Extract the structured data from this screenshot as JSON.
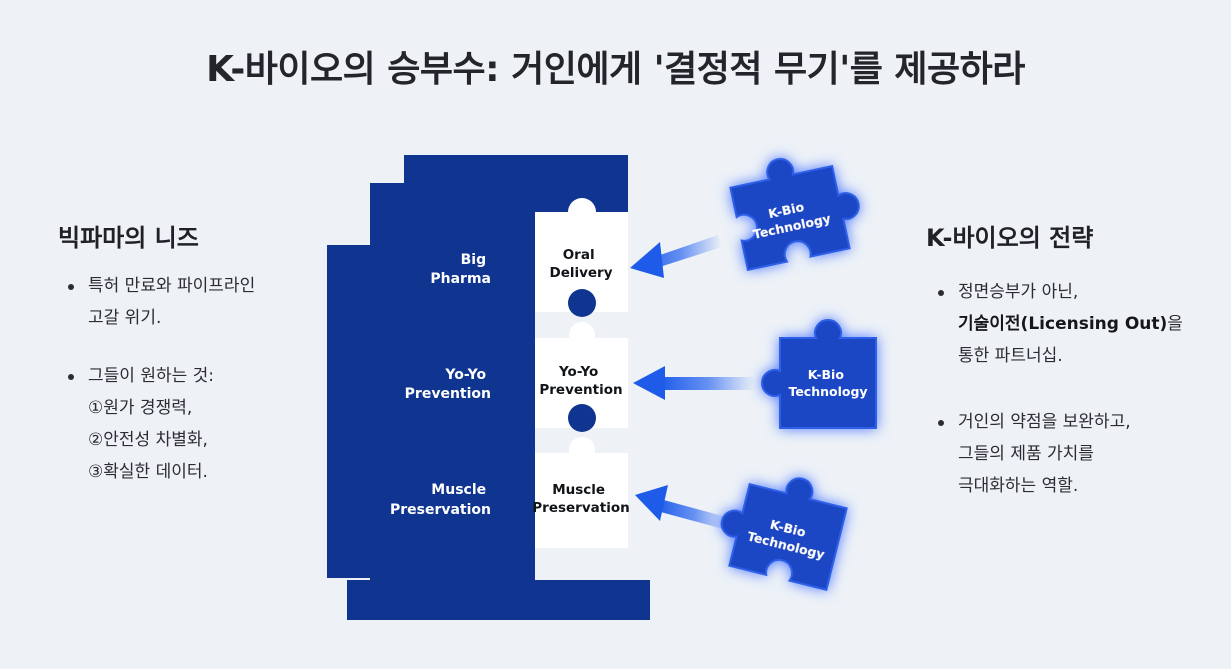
{
  "title": "K-바이오의 승부수: 거인에게 '결정적 무기'를 제공하라",
  "left": {
    "heading": "빅파마의 니즈",
    "bullets": [
      {
        "lines": [
          "특허 만료와 파이프라인",
          "고갈 위기."
        ]
      },
      {
        "lines": [
          "그들이 원하는 것:",
          "①원가 경쟁력,",
          "②안전성 차별화,",
          "③확실한 데이터."
        ]
      }
    ]
  },
  "right": {
    "heading": "K-바이오의 전략",
    "bullets": [
      {
        "line1": "정면승부가 아닌,",
        "line2_bold": "기술이전(Licensing Out)",
        "line2_rest": "을",
        "line3": "통한 파트너십."
      },
      {
        "lines": [
          "거인의 약점을 보완하고,",
          "그들의 제품 가치를",
          "극대화하는 역할."
        ]
      }
    ]
  },
  "diagram": {
    "tower_label": "Big Pharma",
    "rows": [
      {
        "left_lines": [
          "Big",
          "Pharma"
        ],
        "slot_lines": [
          "Oral",
          "Delivery"
        ]
      },
      {
        "left_lines": [
          "Yo-Yo",
          "Prevention"
        ],
        "slot_lines": [
          "Yo-Yo",
          "Prevention"
        ]
      },
      {
        "left_lines": [
          "Muscle",
          "Preservation"
        ],
        "slot_lines": [
          "Muscle",
          "Preservation"
        ]
      }
    ],
    "pieces": [
      {
        "lines": [
          "K-Bio",
          "Technology"
        ]
      },
      {
        "lines": [
          "K-Bio",
          "Technology"
        ]
      },
      {
        "lines": [
          "K-Bio",
          "Technology"
        ]
      }
    ],
    "colors": {
      "navy": "#0f3590",
      "piece": "#1c47c4",
      "glow": "#3d6dff",
      "arrow": "#2a66f0",
      "slot": "#ffffff"
    }
  }
}
